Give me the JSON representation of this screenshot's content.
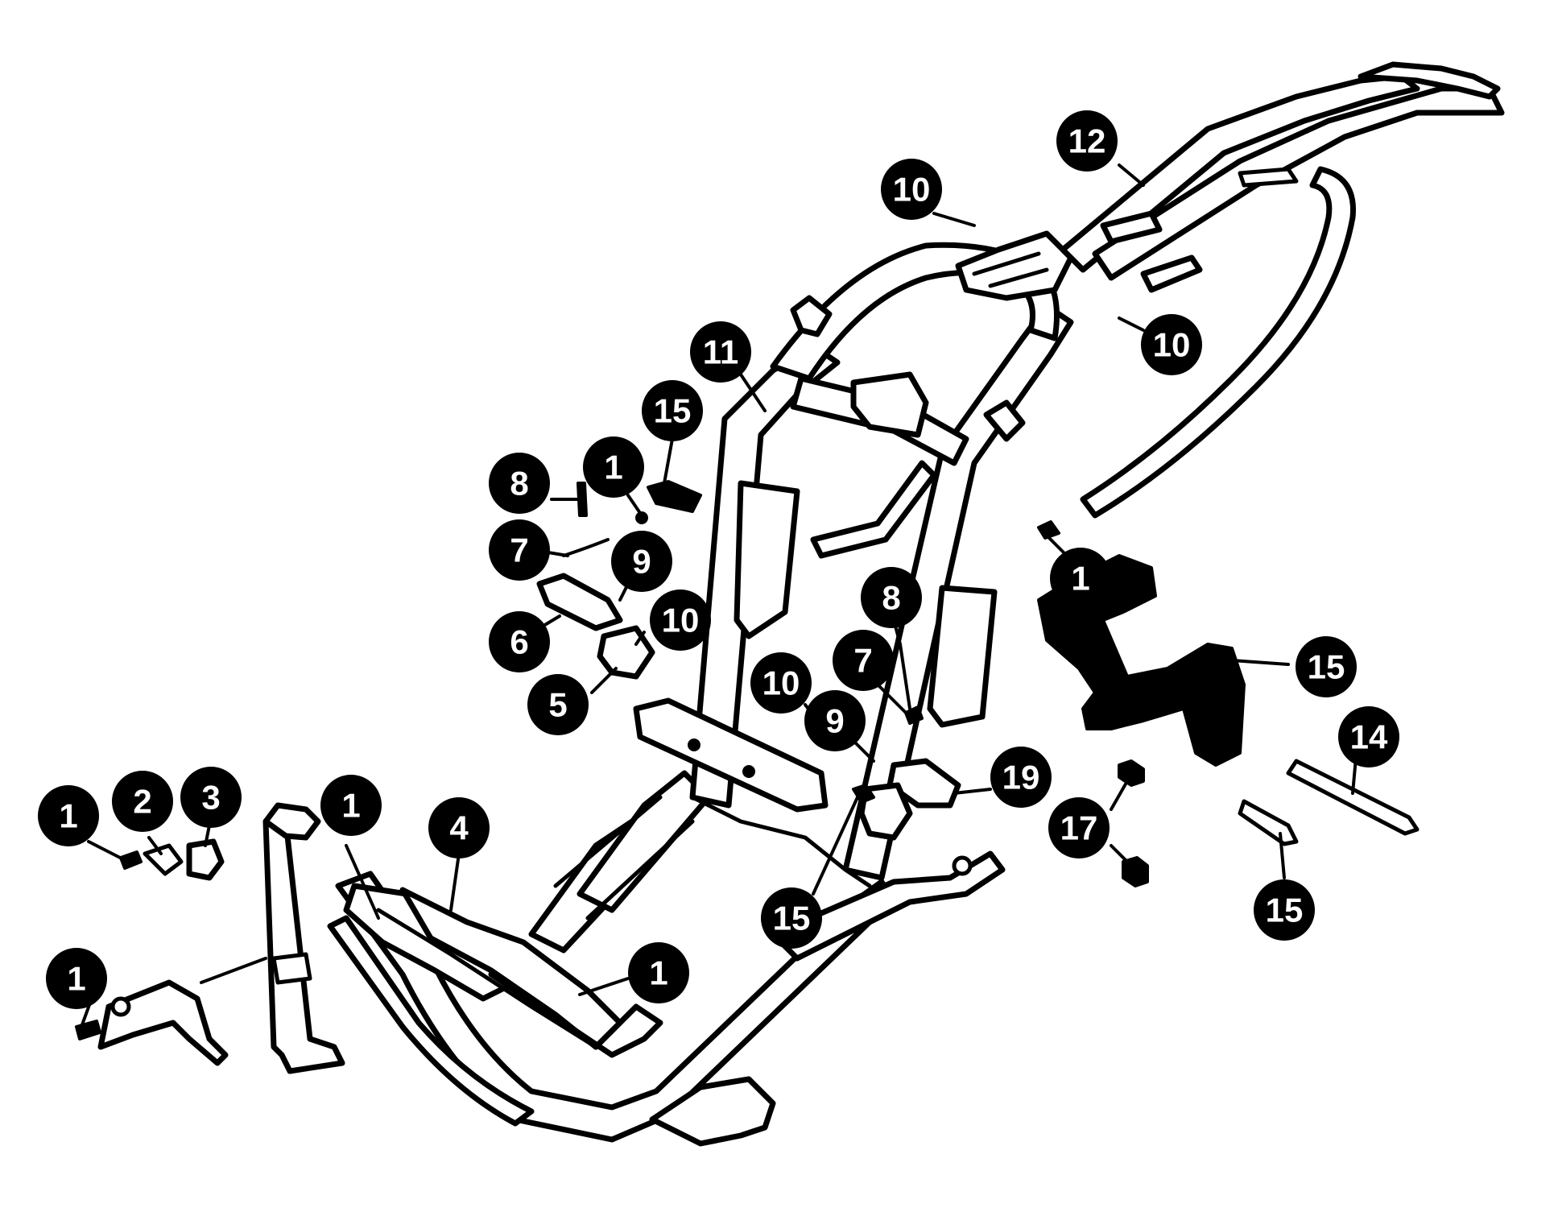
{
  "diagram": {
    "colors": {
      "ink": "#000000",
      "paper": "#ffffff",
      "callout_text": "#ffffff"
    },
    "callouts": [
      {
        "id": "c1a",
        "label": "1"
      },
      {
        "id": "c2",
        "label": "2"
      },
      {
        "id": "c3",
        "label": "3"
      },
      {
        "id": "c1b",
        "label": "1"
      },
      {
        "id": "c4",
        "label": "4"
      },
      {
        "id": "c1c",
        "label": "1"
      },
      {
        "id": "c1d",
        "label": "1"
      },
      {
        "id": "c5",
        "label": "5"
      },
      {
        "id": "c6",
        "label": "6"
      },
      {
        "id": "c7a",
        "label": "7"
      },
      {
        "id": "c8a",
        "label": "8"
      },
      {
        "id": "c1e",
        "label": "1"
      },
      {
        "id": "c15a",
        "label": "15"
      },
      {
        "id": "c9a",
        "label": "9"
      },
      {
        "id": "c10a",
        "label": "10"
      },
      {
        "id": "c11",
        "label": "11"
      },
      {
        "id": "c10b",
        "label": "10"
      },
      {
        "id": "c12",
        "label": "12"
      },
      {
        "id": "c10c",
        "label": "10"
      },
      {
        "id": "c1f",
        "label": "1"
      },
      {
        "id": "c15b",
        "label": "15"
      },
      {
        "id": "c8b",
        "label": "8"
      },
      {
        "id": "c7b",
        "label": "7"
      },
      {
        "id": "c10d",
        "label": "10"
      },
      {
        "id": "c9b",
        "label": "9"
      },
      {
        "id": "c19",
        "label": "19"
      },
      {
        "id": "c15c",
        "label": "15"
      },
      {
        "id": "c17",
        "label": "17"
      },
      {
        "id": "c14",
        "label": "14"
      },
      {
        "id": "c15d",
        "label": "15"
      }
    ]
  }
}
